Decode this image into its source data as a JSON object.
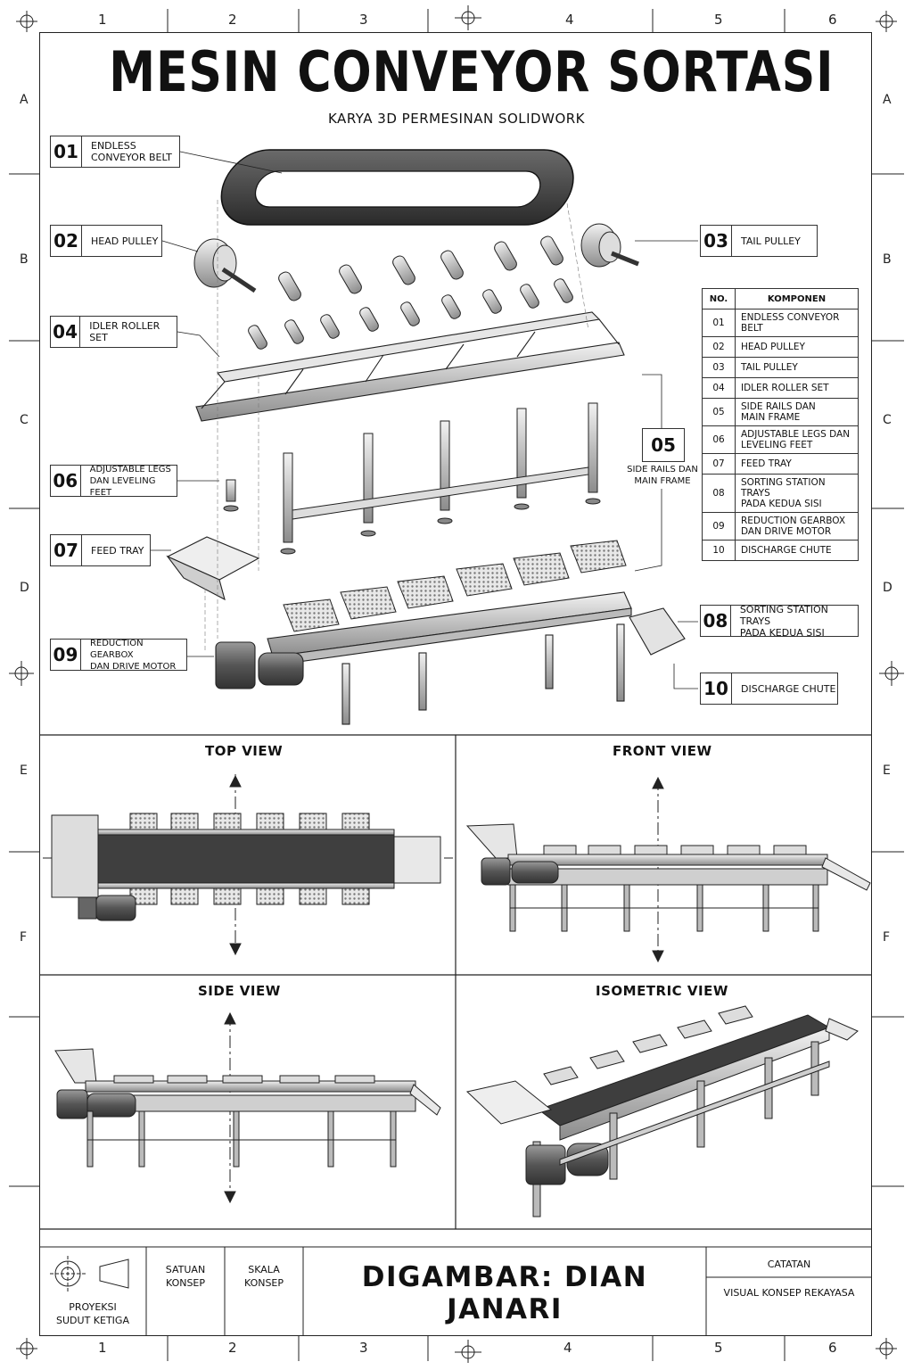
{
  "title": "MESIN CONVEYOR SORTASI",
  "subtitle": "KARYA 3D PERMESINAN SOLIDWORK",
  "zones": {
    "columns": [
      "1",
      "2",
      "3",
      "4",
      "5",
      "6"
    ],
    "rows": [
      "A",
      "B",
      "C",
      "D",
      "E",
      "F"
    ]
  },
  "callouts": [
    {
      "num": "01",
      "label": "ENDLESS\nCONVEYOR BELT"
    },
    {
      "num": "02",
      "label": "HEAD PULLEY"
    },
    {
      "num": "03",
      "label": "TAIL PULLEY"
    },
    {
      "num": "04",
      "label": "IDLER ROLLER SET"
    },
    {
      "num": "05",
      "label": "SIDE RAILS DAN\nMAIN FRAME"
    },
    {
      "num": "06",
      "label": "ADJUSTABLE LEGS\nDAN LEVELING FEET"
    },
    {
      "num": "07",
      "label": "FEED TRAY"
    },
    {
      "num": "08",
      "label": "SORTING STATION TRAYS\nPADA KEDUA SISI"
    },
    {
      "num": "09",
      "label": "REDUCTION GEARBOX\nDAN DRIVE MOTOR"
    },
    {
      "num": "10",
      "label": "DISCHARGE CHUTE"
    }
  ],
  "parts_table": {
    "headers": [
      "NO.",
      "KOMPONEN"
    ],
    "rows": [
      {
        "no": "01",
        "name": "ENDLESS CONVEYOR BELT"
      },
      {
        "no": "02",
        "name": "HEAD PULLEY"
      },
      {
        "no": "03",
        "name": "TAIL PULLEY"
      },
      {
        "no": "04",
        "name": "IDLER ROLLER SET"
      },
      {
        "no": "05",
        "name": "SIDE RAILS DAN\nMAIN FRAME"
      },
      {
        "no": "06",
        "name": "ADJUSTABLE LEGS DAN\nLEVELING FEET"
      },
      {
        "no": "07",
        "name": "FEED TRAY"
      },
      {
        "no": "08",
        "name": "SORTING STATION TRAYS\nPADA KEDUA SISI"
      },
      {
        "no": "09",
        "name": "REDUCTION GEARBOX\nDAN DRIVE MOTOR"
      },
      {
        "no": "10",
        "name": "DISCHARGE CHUTE"
      }
    ]
  },
  "views": {
    "top": "TOP VIEW",
    "front": "FRONT VIEW",
    "side": "SIDE VIEW",
    "isometric": "ISOMETRIC VIEW"
  },
  "title_block": {
    "projection": "PROYEKSI\nSUDUT KETIGA",
    "units": "SATUAN\nKONSEP",
    "scale": "SKALA\nKONSEP",
    "designer": "DIGAMBAR: DIAN JANARI",
    "notes_label": "CATATAN",
    "notes_value": "VISUAL KONSEP REKAYASA"
  }
}
